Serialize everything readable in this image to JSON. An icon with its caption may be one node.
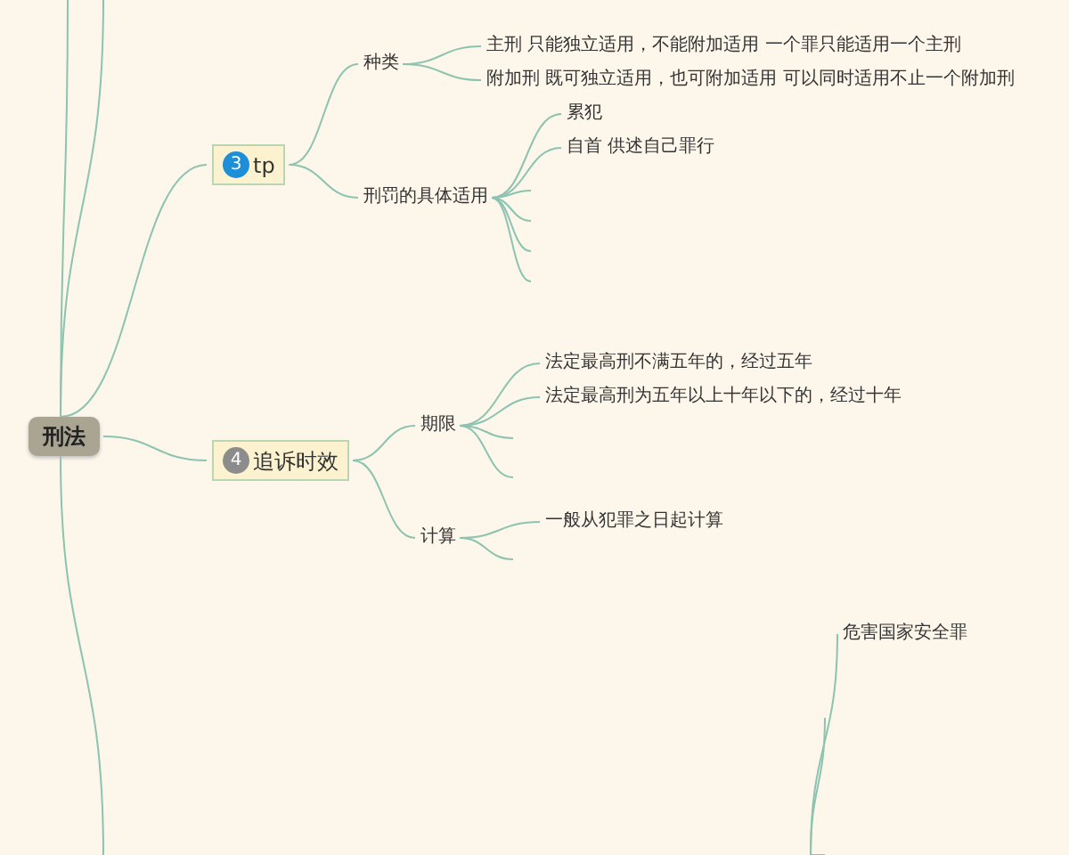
{
  "diagram": {
    "nodes": [
      {
        "text": [
          "刑法"
        ]
      },
      {
        "text": [
          "3",
          "tp"
        ]
      },
      {
        "text": [
          "种类"
        ]
      },
      {
        "text": [
          "主刑 只能独立适用，不能附加适用 一个罪只能适用一个主刑"
        ]
      },
      {
        "text": [
          "附加刑 既可独立适用，也可附加适用 可以同时适用不止一个附加刑"
        ]
      },
      {
        "text": [
          "刑罚的具体适用"
        ]
      },
      {
        "text": [
          "累犯"
        ]
      },
      {
        "text": [
          "自首 供述自己罪行"
        ]
      },
      {
        "text": [
          "4",
          "追诉时效"
        ]
      },
      {
        "text": [
          "期限"
        ]
      },
      {
        "text": [
          "法定最高刑不满五年的，经过五年"
        ]
      },
      {
        "text": [
          "法定最高刑为五年以上十年以下的，经过十年"
        ]
      },
      {
        "text": [
          "计算"
        ]
      },
      {
        "text": [
          "一般从犯罪之日起计算"
        ]
      },
      {
        "text": [
          "危害国家安全罪"
        ]
      }
    ],
    "edges": [
      {
        "from": 0,
        "to": 1,
        "arrow": "none"
      },
      {
        "from": 0,
        "to": 8,
        "arrow": "none"
      },
      {
        "from": 1,
        "to": 2,
        "arrow": "none"
      },
      {
        "from": 1,
        "to": 5,
        "arrow": "none"
      },
      {
        "from": 2,
        "to": 3,
        "arrow": "none"
      },
      {
        "from": 2,
        "to": 4,
        "arrow": "none"
      },
      {
        "from": 5,
        "to": 6,
        "arrow": "none"
      },
      {
        "from": 5,
        "to": 7,
        "arrow": "none"
      },
      {
        "from": 5,
        "to": null,
        "arrow": "none"
      },
      {
        "from": 5,
        "to": null,
        "arrow": "none"
      },
      {
        "from": 5,
        "to": null,
        "arrow": "none"
      },
      {
        "from": 5,
        "to": null,
        "arrow": "none"
      },
      {
        "from": 8,
        "to": 9,
        "arrow": "none"
      },
      {
        "from": 8,
        "to": 12,
        "arrow": "none"
      },
      {
        "from": 9,
        "to": 10,
        "arrow": "none"
      },
      {
        "from": 9,
        "to": 11,
        "arrow": "none"
      },
      {
        "from": 9,
        "to": null,
        "arrow": "none"
      },
      {
        "from": 9,
        "to": null,
        "arrow": "none"
      },
      {
        "from": 12,
        "to": 13,
        "arrow": "none"
      },
      {
        "from": 12,
        "to": null,
        "arrow": "none"
      },
      {
        "from": 0,
        "to": null,
        "arrow": "none"
      },
      {
        "from": 0,
        "to": null,
        "arrow": "none"
      },
      {
        "from": 0,
        "to": null,
        "arrow": "none"
      },
      {
        "from": null,
        "to": 14,
        "arrow": "none"
      }
    ]
  }
}
